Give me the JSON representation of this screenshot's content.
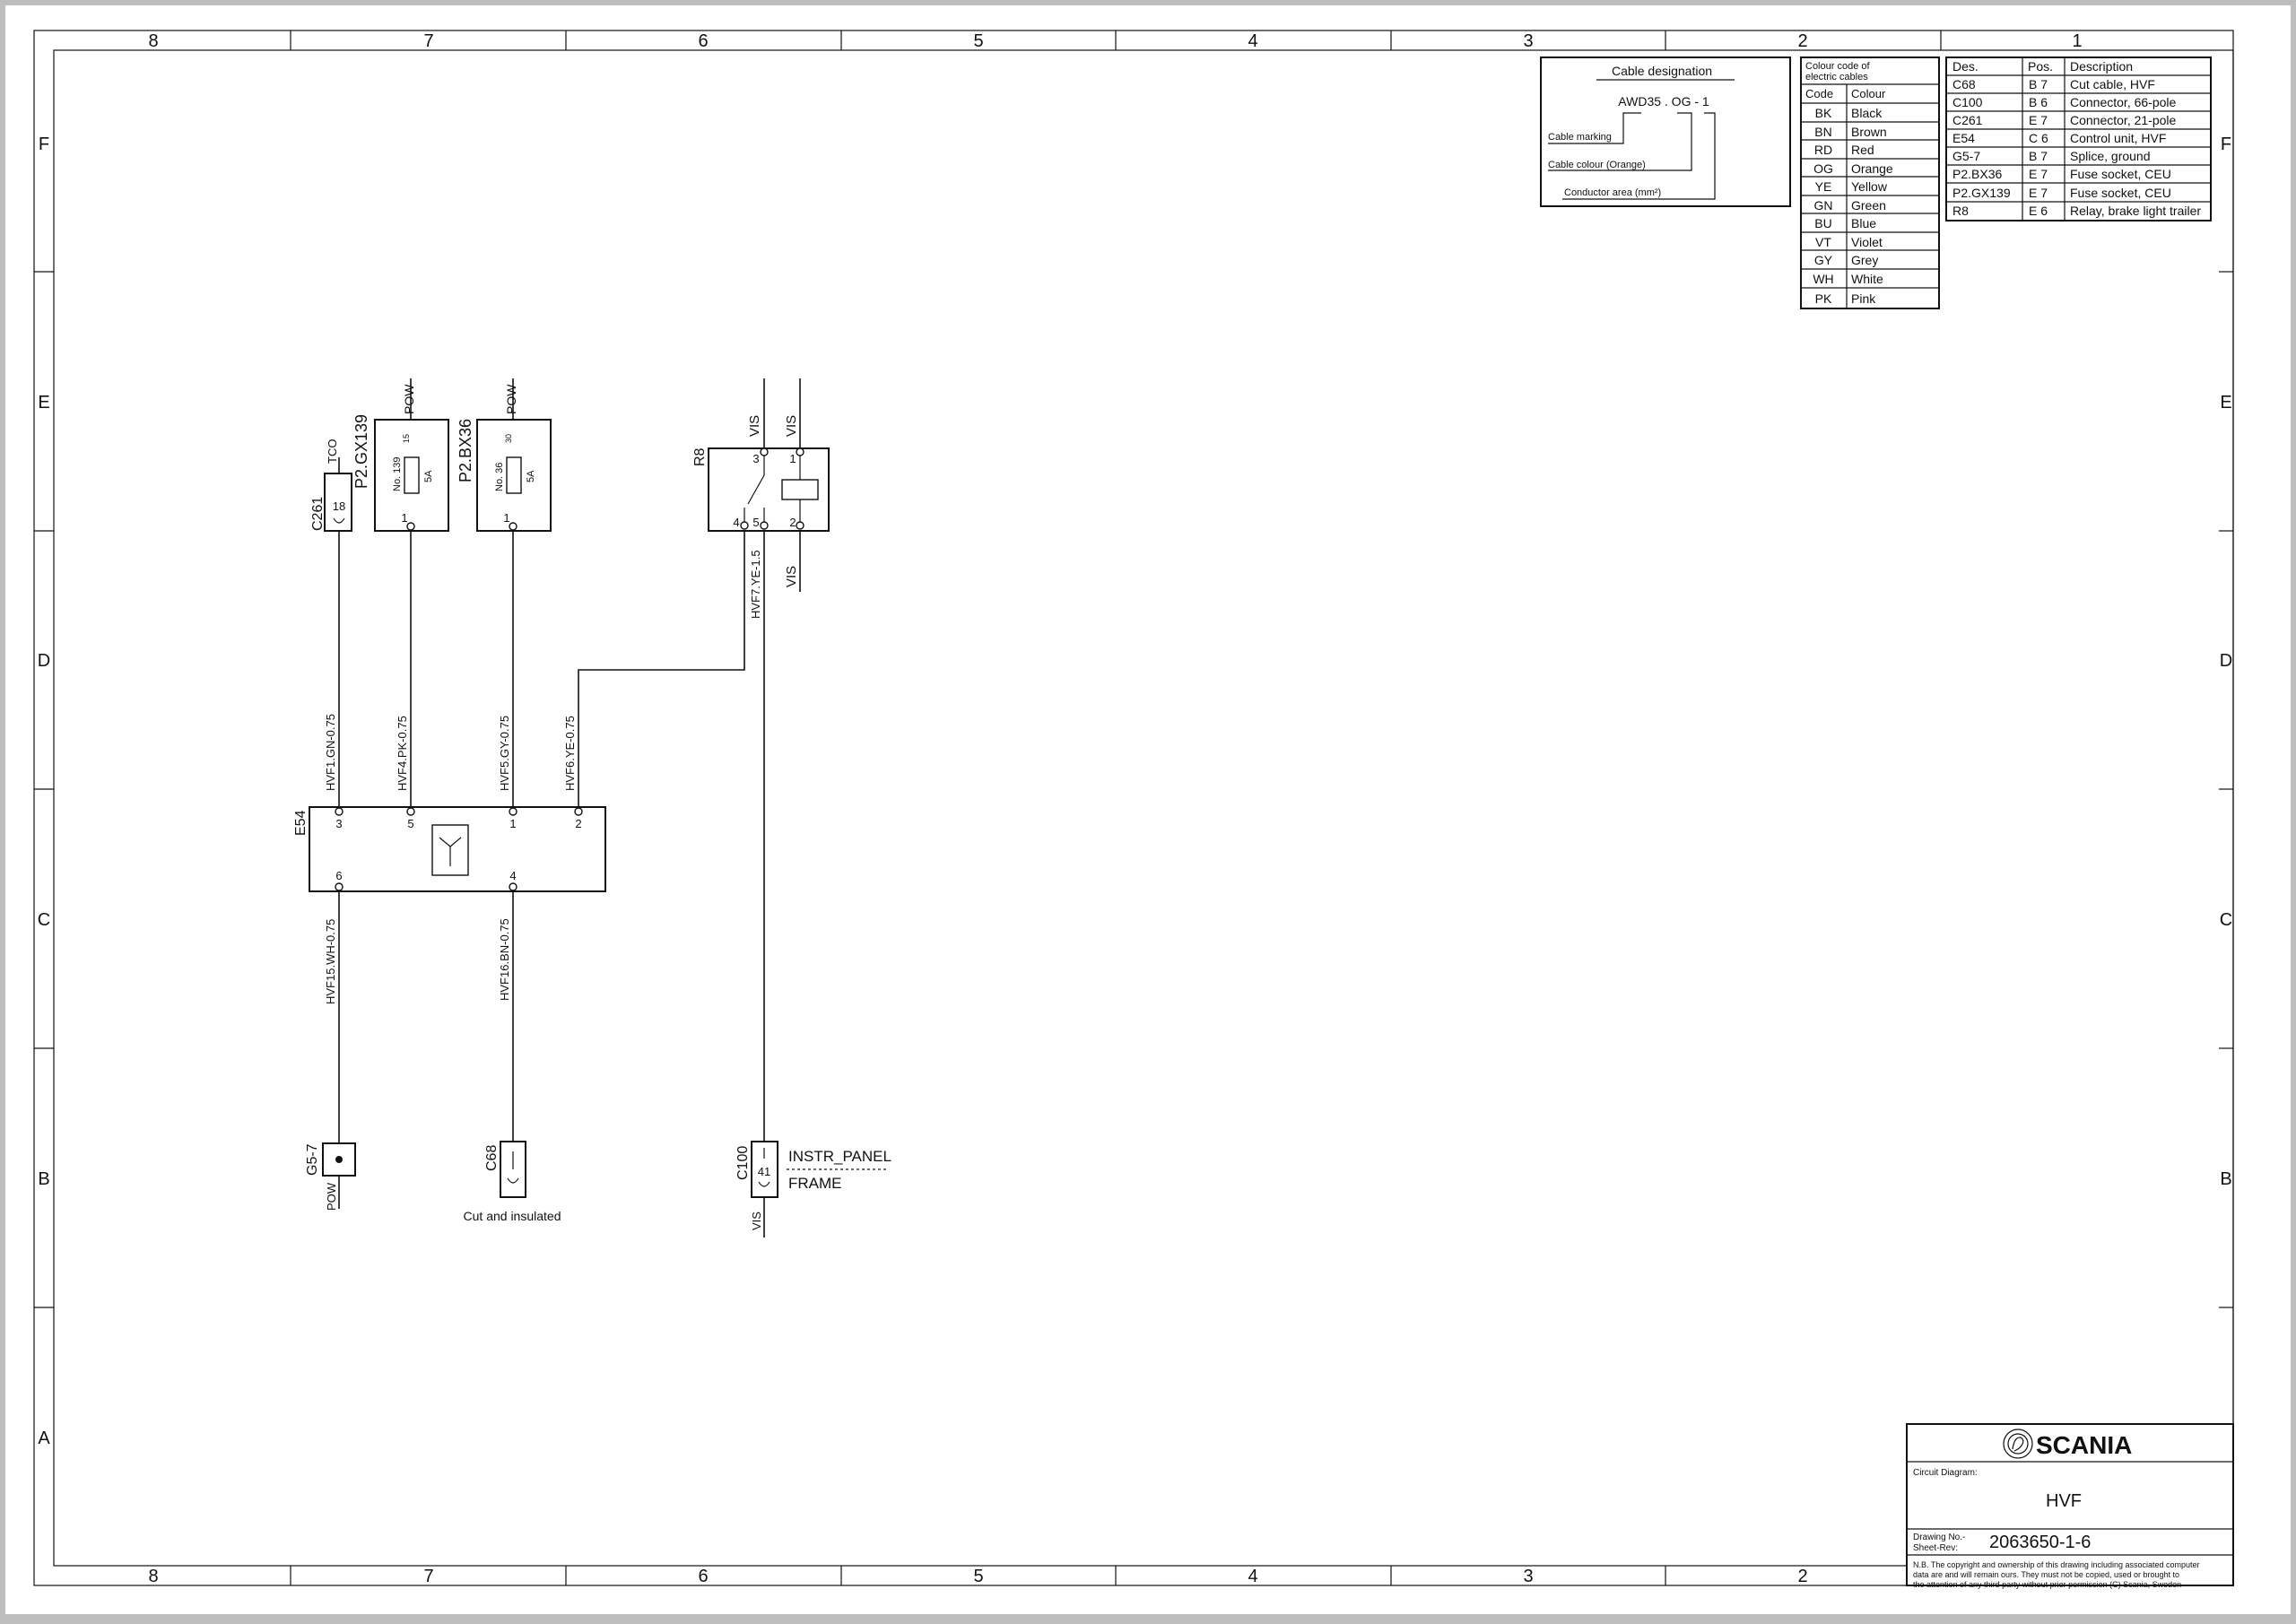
{
  "frame": {
    "columns": [
      "8",
      "7",
      "6",
      "5",
      "4",
      "3",
      "2",
      "1"
    ],
    "rows": [
      "F",
      "E",
      "D",
      "C",
      "B",
      "A"
    ]
  },
  "cable_designation": {
    "title": "Cable designation",
    "example": "AWD35 . OG  -  1",
    "cable_marking": "Cable marking",
    "cable_colour": "Cable colour (Orange)",
    "conductor_area": "Conductor area (mm²)"
  },
  "colour_code": {
    "title_line1": "Colour code of",
    "title_line2": "electric cables",
    "header_code": "Code",
    "header_colour": "Colour",
    "rows": [
      {
        "code": "BK",
        "colour": "Black"
      },
      {
        "code": "BN",
        "colour": "Brown"
      },
      {
        "code": "RD",
        "colour": "Red"
      },
      {
        "code": "OG",
        "colour": "Orange"
      },
      {
        "code": "YE",
        "colour": "Yellow"
      },
      {
        "code": "GN",
        "colour": "Green"
      },
      {
        "code": "BU",
        "colour": "Blue"
      },
      {
        "code": "VT",
        "colour": "Violet"
      },
      {
        "code": "GY",
        "colour": "Grey"
      },
      {
        "code": "WH",
        "colour": "White"
      },
      {
        "code": "PK",
        "colour": "Pink"
      }
    ]
  },
  "components": {
    "header_des": "Des.",
    "header_pos": "Pos.",
    "header_desc": "Description",
    "rows": [
      {
        "des": "C68",
        "pos": "B 7",
        "desc": "Cut cable, HVF"
      },
      {
        "des": "C100",
        "pos": "B 6",
        "desc": "Connector, 66-pole"
      },
      {
        "des": "C261",
        "pos": "E 7",
        "desc": "Connector, 21-pole"
      },
      {
        "des": "E54",
        "pos": "C 6",
        "desc": "Control unit, HVF"
      },
      {
        "des": "G5-7",
        "pos": "B 7",
        "desc": "Splice, ground"
      },
      {
        "des": "P2.BX36",
        "pos": "E 7",
        "desc": "Fuse socket, CEU"
      },
      {
        "des": "P2.GX139",
        "pos": "E 7",
        "desc": "Fuse socket, CEU"
      },
      {
        "des": "R8",
        "pos": "E 6",
        "desc": "Relay, brake light trailer"
      }
    ]
  },
  "schematic": {
    "c261": {
      "des": "C261",
      "pin": "18",
      "net": "TCO"
    },
    "p2gx139": {
      "des": "P2.GX139",
      "no": "No. 139",
      "top_pin": "15",
      "rating": "5A",
      "bottom_pin": "1",
      "net": "POW"
    },
    "p2bx36": {
      "des": "P2.BX36",
      "no": "No. 36",
      "top_pin": "30",
      "rating": "5A",
      "bottom_pin": "1",
      "net": "POW"
    },
    "r8": {
      "des": "R8",
      "pin3": "3",
      "pin1": "1",
      "pin4": "4",
      "pin5": "5",
      "pin2": "2",
      "net_pin3": "VIS",
      "net_pin1": "VIS",
      "net_pin2": "VIS"
    },
    "e54": {
      "des": "E54",
      "pin3": "3",
      "pin5": "5",
      "pin1": "1",
      "pin2": "2",
      "pin6": "6",
      "pin4": "4"
    },
    "wires": {
      "w1": "HVF1.GN-0.75",
      "w4": "HVF4.PK-0.75",
      "w5": "HVF5.GY-0.75",
      "w6": "HVF6.YE-0.75",
      "w7": "HVF7.YE-1.5",
      "w15": "HVF15.WH-0.75",
      "w16": "HVF16.BN-0.75"
    },
    "g57": {
      "des": "G5-7",
      "net": "POW"
    },
    "c68": {
      "des": "C68",
      "note": "Cut and insulated"
    },
    "c100": {
      "des": "C100",
      "pin": "41",
      "net": "VIS",
      "location_top": "INSTR_PANEL",
      "location_bottom": "FRAME"
    }
  },
  "title_block": {
    "brand": "SCANIA",
    "label_circuit": "Circuit Diagram:",
    "circuit_name": "HVF",
    "label_drawing_no": "Drawing No.-",
    "label_sheet_rev": "Sheet-Rev:",
    "drawing_number": "2063650-1-6",
    "notice_line1": "N.B. The copyright and ownership of this drawing including associated computer",
    "notice_line2": "data are and will remain ours. They must not be copied, used or brought to",
    "notice_line3": "the attention of any third party without prior permission (C) Scania, Sweden"
  }
}
